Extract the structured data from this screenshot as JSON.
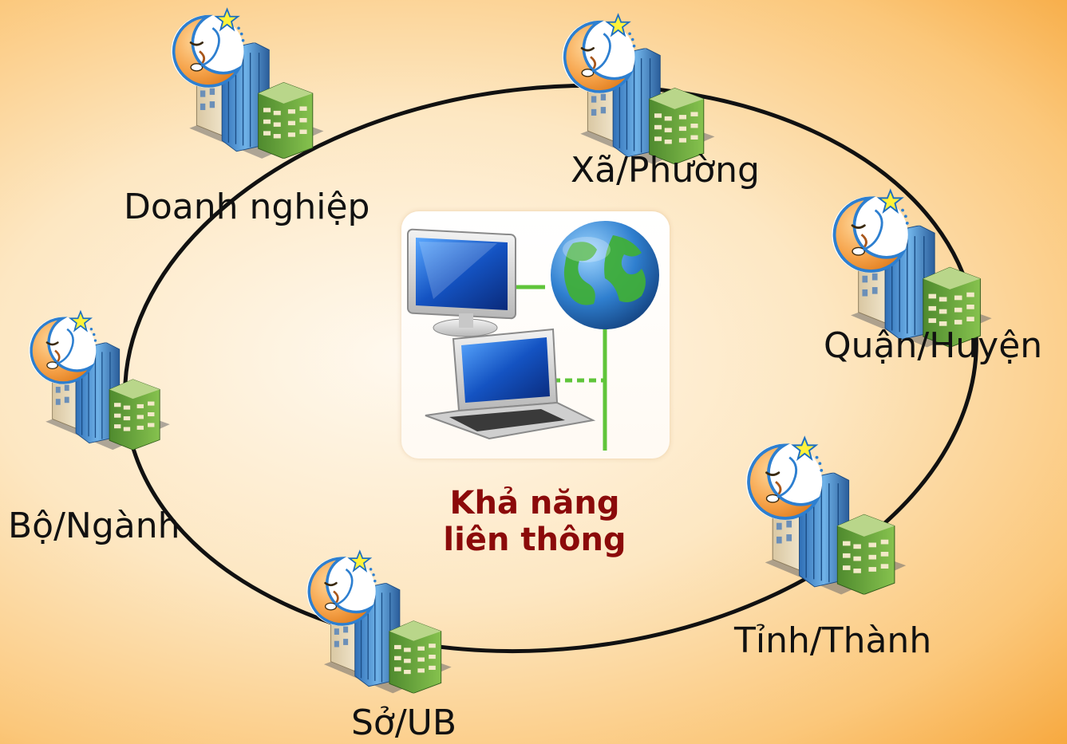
{
  "diagram": {
    "center": {
      "title_line1": "Khả năng",
      "title_line2": "liên thông",
      "icon": "network-computers-globe-icon"
    },
    "nodes": [
      {
        "id": "doanh-nghiep",
        "label": "Doanh nghiệp",
        "icon": "moon-building-icon"
      },
      {
        "id": "xa-phuong",
        "label": "Xã/Phường",
        "icon": "moon-building-icon"
      },
      {
        "id": "quan-huyen",
        "label": "Quận/Huyện",
        "icon": "moon-building-icon"
      },
      {
        "id": "tinh-thanh",
        "label": "Tỉnh/Thành",
        "icon": "moon-building-icon"
      },
      {
        "id": "so-ub",
        "label": "Sở/UB",
        "icon": "moon-building-icon"
      },
      {
        "id": "bo-nganh",
        "label": "Bộ/Ngành",
        "icon": "moon-building-icon"
      }
    ],
    "colors": {
      "ring": "#111111",
      "title": "#8b0a0a",
      "link": "#5fc53a"
    }
  }
}
